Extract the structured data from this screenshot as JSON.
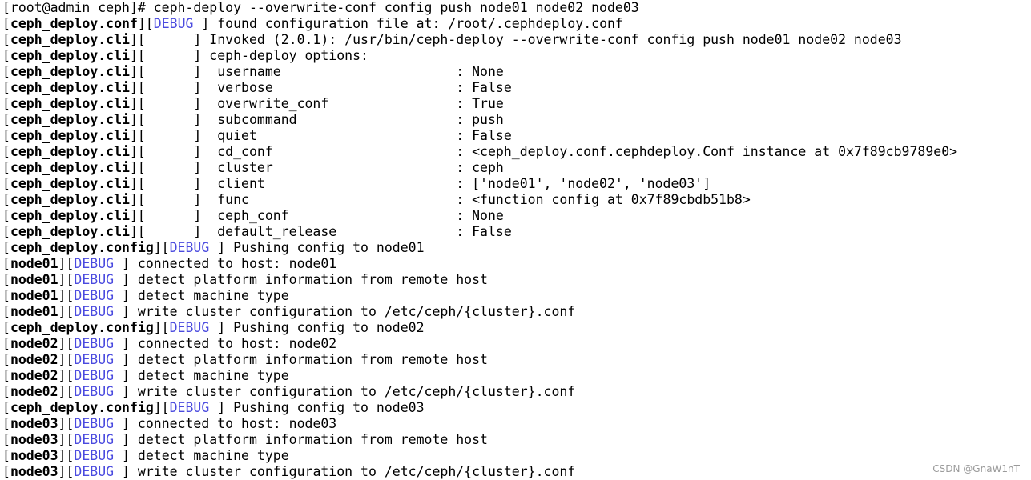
{
  "colors": {
    "background": "#ffffff",
    "text": "#000000",
    "debug": "#4a4adf",
    "watermark": "#9a9a9a"
  },
  "watermark": "CSDN @GnaW1nT",
  "lines": [
    [
      {
        "t": "[root@admin ceph]# ceph-deploy --overwrite-conf config push node01 node02 node03"
      }
    ],
    [
      {
        "t": "["
      },
      {
        "t": "ceph_deploy.conf",
        "s": "b"
      },
      {
        "t": "]["
      },
      {
        "t": "DEBUG",
        "s": "dbg"
      },
      {
        "t": " ] found configuration file at: /root/.cephdeploy.conf"
      }
    ],
    [
      {
        "t": "["
      },
      {
        "t": "ceph_deploy.cli",
        "s": "b"
      },
      {
        "t": "][      ] Invoked (2.0.1): /usr/bin/ceph-deploy --overwrite-conf config push node01 node02 node03"
      }
    ],
    [
      {
        "t": "["
      },
      {
        "t": "ceph_deploy.cli",
        "s": "b"
      },
      {
        "t": "][      ] ceph-deploy options:"
      }
    ],
    [
      {
        "t": "["
      },
      {
        "t": "ceph_deploy.cli",
        "s": "b"
      },
      {
        "t": "][      ]  username                      : None"
      }
    ],
    [
      {
        "t": "["
      },
      {
        "t": "ceph_deploy.cli",
        "s": "b"
      },
      {
        "t": "][      ]  verbose                       : False"
      }
    ],
    [
      {
        "t": "["
      },
      {
        "t": "ceph_deploy.cli",
        "s": "b"
      },
      {
        "t": "][      ]  overwrite_conf                : True"
      }
    ],
    [
      {
        "t": "["
      },
      {
        "t": "ceph_deploy.cli",
        "s": "b"
      },
      {
        "t": "][      ]  subcommand                    : push"
      }
    ],
    [
      {
        "t": "["
      },
      {
        "t": "ceph_deploy.cli",
        "s": "b"
      },
      {
        "t": "][      ]  quiet                         : False"
      }
    ],
    [
      {
        "t": "["
      },
      {
        "t": "ceph_deploy.cli",
        "s": "b"
      },
      {
        "t": "][      ]  cd_conf                       : <ceph_deploy.conf.cephdeploy.Conf instance at 0x7f89cb9789e0>"
      }
    ],
    [
      {
        "t": "["
      },
      {
        "t": "ceph_deploy.cli",
        "s": "b"
      },
      {
        "t": "][      ]  cluster                       : ceph"
      }
    ],
    [
      {
        "t": "["
      },
      {
        "t": "ceph_deploy.cli",
        "s": "b"
      },
      {
        "t": "][      ]  client                        : ['node01', 'node02', 'node03']"
      }
    ],
    [
      {
        "t": "["
      },
      {
        "t": "ceph_deploy.cli",
        "s": "b"
      },
      {
        "t": "][      ]  func                          : <function config at 0x7f89cbdb51b8>"
      }
    ],
    [
      {
        "t": "["
      },
      {
        "t": "ceph_deploy.cli",
        "s": "b"
      },
      {
        "t": "][      ]  ceph_conf                     : None"
      }
    ],
    [
      {
        "t": "["
      },
      {
        "t": "ceph_deploy.cli",
        "s": "b"
      },
      {
        "t": "][      ]  default_release               : False"
      }
    ],
    [
      {
        "t": "["
      },
      {
        "t": "ceph_deploy.config",
        "s": "b"
      },
      {
        "t": "]["
      },
      {
        "t": "DEBUG",
        "s": "dbg"
      },
      {
        "t": " ] Pushing config to node01"
      }
    ],
    [
      {
        "t": "["
      },
      {
        "t": "node01",
        "s": "b"
      },
      {
        "t": "]["
      },
      {
        "t": "DEBUG",
        "s": "dbg"
      },
      {
        "t": " ] connected to host: node01"
      }
    ],
    [
      {
        "t": "["
      },
      {
        "t": "node01",
        "s": "b"
      },
      {
        "t": "]["
      },
      {
        "t": "DEBUG",
        "s": "dbg"
      },
      {
        "t": " ] detect platform information from remote host"
      }
    ],
    [
      {
        "t": "["
      },
      {
        "t": "node01",
        "s": "b"
      },
      {
        "t": "]["
      },
      {
        "t": "DEBUG",
        "s": "dbg"
      },
      {
        "t": " ] detect machine type"
      }
    ],
    [
      {
        "t": "["
      },
      {
        "t": "node01",
        "s": "b"
      },
      {
        "t": "]["
      },
      {
        "t": "DEBUG",
        "s": "dbg"
      },
      {
        "t": " ] write cluster configuration to /etc/ceph/{cluster}.conf"
      }
    ],
    [
      {
        "t": "["
      },
      {
        "t": "ceph_deploy.config",
        "s": "b"
      },
      {
        "t": "]["
      },
      {
        "t": "DEBUG",
        "s": "dbg"
      },
      {
        "t": " ] Pushing config to node02"
      }
    ],
    [
      {
        "t": "["
      },
      {
        "t": "node02",
        "s": "b"
      },
      {
        "t": "]["
      },
      {
        "t": "DEBUG",
        "s": "dbg"
      },
      {
        "t": " ] connected to host: node02"
      }
    ],
    [
      {
        "t": "["
      },
      {
        "t": "node02",
        "s": "b"
      },
      {
        "t": "]["
      },
      {
        "t": "DEBUG",
        "s": "dbg"
      },
      {
        "t": " ] detect platform information from remote host"
      }
    ],
    [
      {
        "t": "["
      },
      {
        "t": "node02",
        "s": "b"
      },
      {
        "t": "]["
      },
      {
        "t": "DEBUG",
        "s": "dbg"
      },
      {
        "t": " ] detect machine type"
      }
    ],
    [
      {
        "t": "["
      },
      {
        "t": "node02",
        "s": "b"
      },
      {
        "t": "]["
      },
      {
        "t": "DEBUG",
        "s": "dbg"
      },
      {
        "t": " ] write cluster configuration to /etc/ceph/{cluster}.conf"
      }
    ],
    [
      {
        "t": "["
      },
      {
        "t": "ceph_deploy.config",
        "s": "b"
      },
      {
        "t": "]["
      },
      {
        "t": "DEBUG",
        "s": "dbg"
      },
      {
        "t": " ] Pushing config to node03"
      }
    ],
    [
      {
        "t": "["
      },
      {
        "t": "node03",
        "s": "b"
      },
      {
        "t": "]["
      },
      {
        "t": "DEBUG",
        "s": "dbg"
      },
      {
        "t": " ] connected to host: node03"
      }
    ],
    [
      {
        "t": "["
      },
      {
        "t": "node03",
        "s": "b"
      },
      {
        "t": "]["
      },
      {
        "t": "DEBUG",
        "s": "dbg"
      },
      {
        "t": " ] detect platform information from remote host"
      }
    ],
    [
      {
        "t": "["
      },
      {
        "t": "node03",
        "s": "b"
      },
      {
        "t": "]["
      },
      {
        "t": "DEBUG",
        "s": "dbg"
      },
      {
        "t": " ] detect machine type"
      }
    ],
    [
      {
        "t": "["
      },
      {
        "t": "node03",
        "s": "b"
      },
      {
        "t": "]["
      },
      {
        "t": "DEBUG",
        "s": "dbg"
      },
      {
        "t": " ] write cluster configuration to /etc/ceph/{cluster}.conf"
      }
    ]
  ]
}
